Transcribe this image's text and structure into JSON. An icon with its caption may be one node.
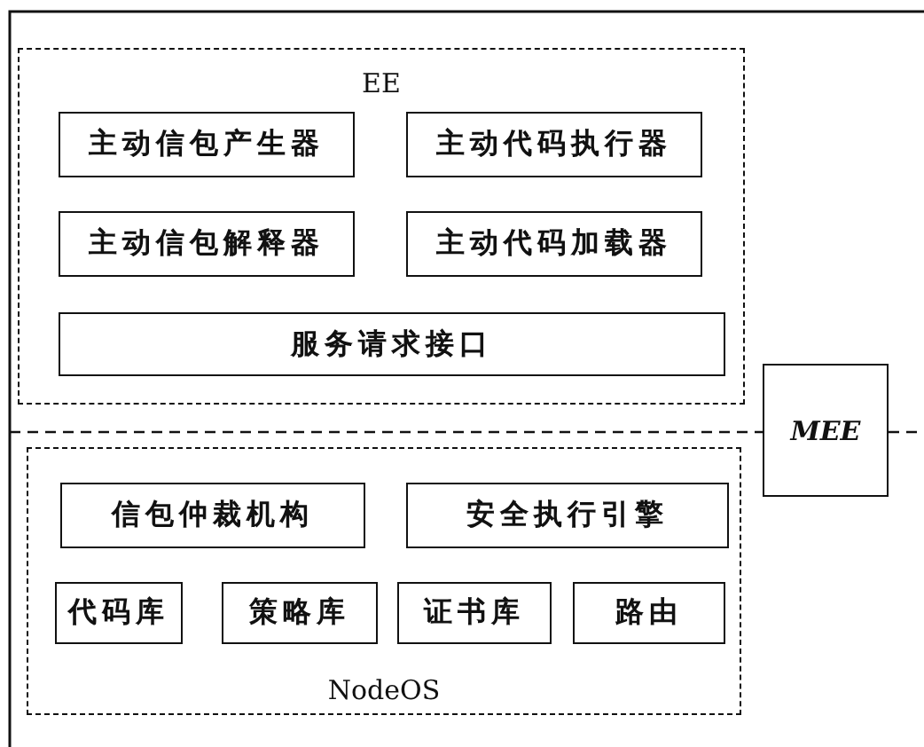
{
  "diagram": {
    "nodes": [
      {
        "text": [
          "EE"
        ]
      },
      {
        "text": [
          "主动信包产生器"
        ],
        "in": 0
      },
      {
        "text": [
          "主动代码执行器"
        ],
        "in": 0
      },
      {
        "text": [
          "主动信包解释器"
        ],
        "in": 0
      },
      {
        "text": [
          "主动代码加载器"
        ],
        "in": 0
      },
      {
        "text": [
          "服务请求接口"
        ],
        "in": 0
      },
      {
        "text": [
          "NodeOS"
        ]
      },
      {
        "text": [
          "信包仲裁机构"
        ],
        "in": 6
      },
      {
        "text": [
          "安全执行引擎"
        ],
        "in": 6
      },
      {
        "text": [
          "代码库"
        ],
        "in": 6
      },
      {
        "text": [
          "策略库"
        ],
        "in": 6
      },
      {
        "text": [
          "证书库"
        ],
        "in": 6
      },
      {
        "text": [
          "路由"
        ],
        "in": 6
      },
      {
        "text": [
          "MEE"
        ]
      }
    ],
    "edges": []
  }
}
